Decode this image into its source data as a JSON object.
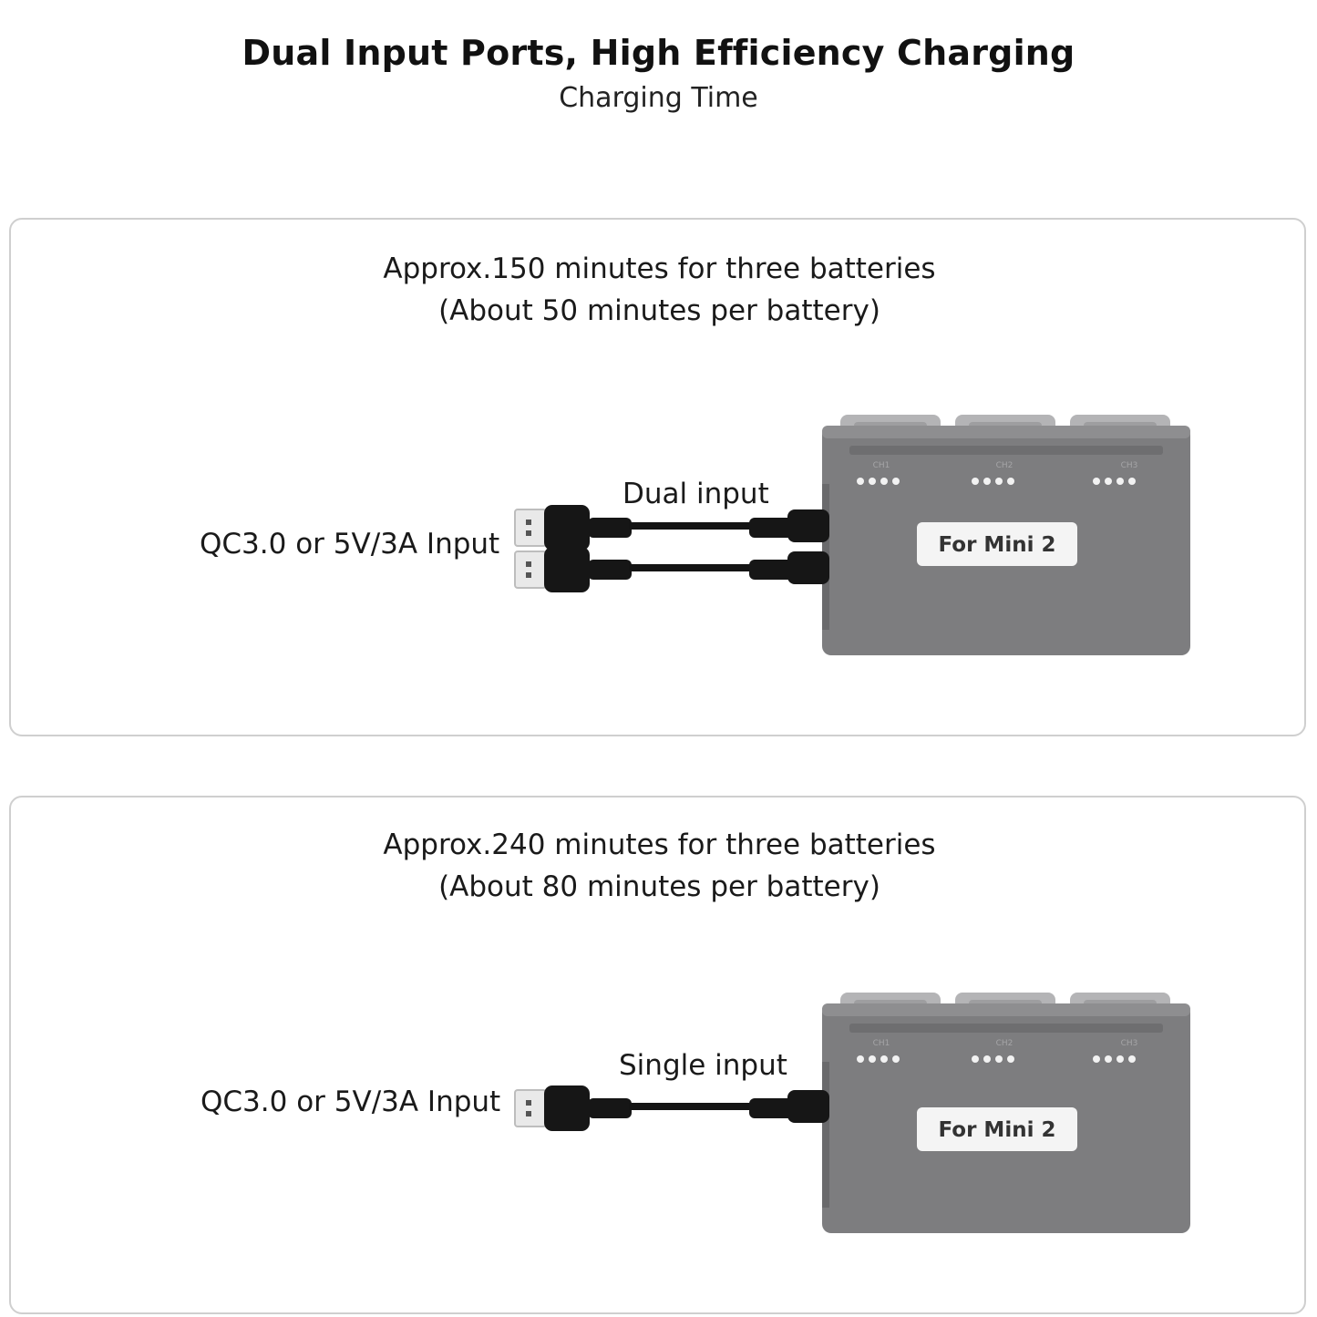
{
  "header": {
    "title": "Dual Input Ports, High Efficiency Charging",
    "subtitle": "Charging Time"
  },
  "panels": [
    {
      "line1": "Approx.150 minutes for three batteries",
      "line2": "(About 50 minutes per battery)",
      "input_label": "QC3.0 or 5V/3A Input",
      "mode_label": "Dual input",
      "hub_label": "For Mini 2",
      "channels": [
        "CH1",
        "CH2",
        "CH3"
      ],
      "cable_count": 2
    },
    {
      "line1": "Approx.240 minutes for three batteries",
      "line2": "(About 80 minutes per battery)",
      "input_label": "QC3.0 or 5V/3A Input",
      "mode_label": "Single input",
      "hub_label": "For Mini 2",
      "channels": [
        "CH1",
        "CH2",
        "CH3"
      ],
      "cable_count": 1
    }
  ],
  "colors": {
    "hub_body": "#7d7d7f",
    "battery_top": "#b4b4b6",
    "cable": "#141414",
    "panel_border": "#cfcfcf"
  }
}
